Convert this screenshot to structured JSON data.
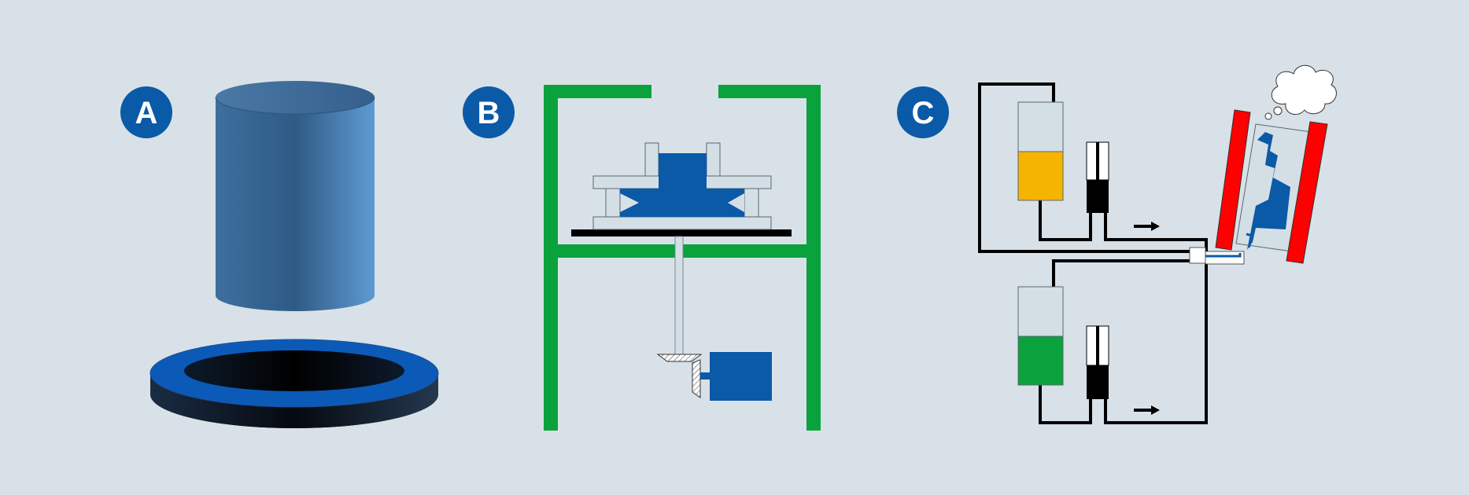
{
  "panels": [
    {
      "badge": "A"
    },
    {
      "badge": "B"
    },
    {
      "badge": "C"
    }
  ],
  "colors": {
    "background": "#d8e1e7",
    "badge": "#0a5aa8",
    "blue": "#0a5aa8",
    "green": "#0aa23c",
    "yellow": "#f5b400",
    "red": "#ff0000",
    "light_grey": "#d4dfe5",
    "black": "#000000"
  },
  "icons": [
    "cylinder-icon",
    "ring-icon",
    "cloud-icon",
    "arrow-icon",
    "motor-icon",
    "bevel-gear-icon"
  ]
}
